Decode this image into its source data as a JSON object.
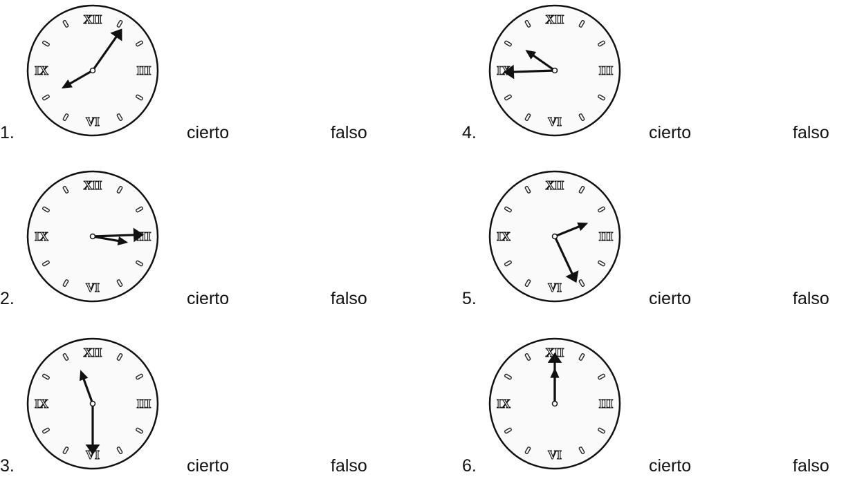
{
  "worksheet": {
    "items": [
      {
        "number": "1.",
        "cierto": "cierto",
        "falso": "falso",
        "clock": {
          "hour_hand_deg": 240,
          "minute_hand_deg": 35
        }
      },
      {
        "number": "2.",
        "cierto": "cierto",
        "falso": "falso",
        "clock": {
          "hour_hand_deg": 100,
          "minute_hand_deg": 88
        }
      },
      {
        "number": "3.",
        "cierto": "cierto",
        "falso": "falso",
        "clock": {
          "hour_hand_deg": 340,
          "minute_hand_deg": 180
        }
      },
      {
        "number": "4.",
        "cierto": "cierto",
        "falso": "falso",
        "clock": {
          "hour_hand_deg": 305,
          "minute_hand_deg": 268
        }
      },
      {
        "number": "5.",
        "cierto": "cierto",
        "falso": "falso",
        "clock": {
          "hour_hand_deg": 68,
          "minute_hand_deg": 155
        }
      },
      {
        "number": "6.",
        "cierto": "cierto",
        "falso": "falso",
        "clock": {
          "hour_hand_deg": 0,
          "minute_hand_deg": 0
        }
      }
    ],
    "clock_numerals": {
      "top": "XII",
      "right": "III",
      "bottom": "VI",
      "left": "IX"
    }
  }
}
